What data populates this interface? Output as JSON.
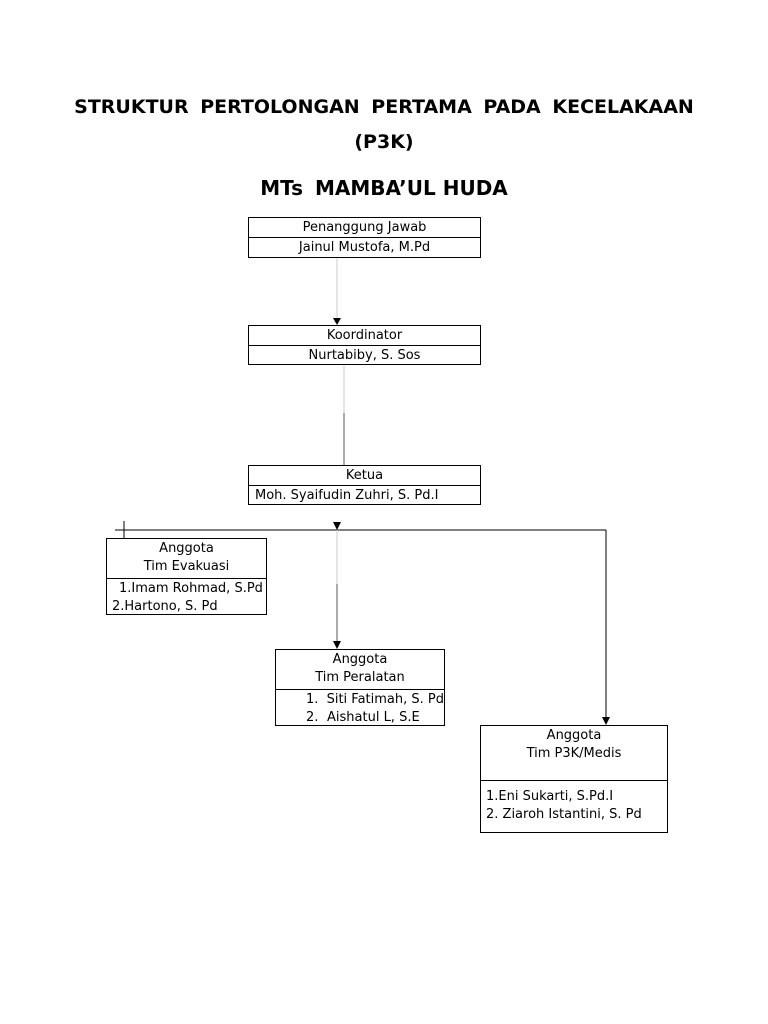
{
  "title": {
    "line1": "STRUKTUR PERTOLONGAN PERTAMA PADA KECELAKAAN",
    "line2": "(P3K)",
    "school_prefix": "MTs",
    "school_name": "MAMBA’UL HUDA"
  },
  "nodes": {
    "penanggung_jawab": {
      "role": "Penanggung  Jawab",
      "name": "Jainul Mustofa, M.Pd"
    },
    "koordinator": {
      "role": "Koordinator",
      "name": "Nurtabiby, S. Sos"
    },
    "ketua": {
      "role": "Ketua",
      "name": "Moh. Syaifudin Zuhri, S. Pd.I"
    },
    "tim_evakuasi": {
      "label": "Anggota",
      "team": "Tim Evakuasi",
      "members": [
        "1.Imam Rohmad, S.Pd",
        "2.Hartono, S. Pd"
      ]
    },
    "tim_peralatan": {
      "label": "Anggota",
      "team": "Tim Peralatan",
      "members": [
        {
          "num": "1.",
          "name": "Siti Fatimah, S. Pd"
        },
        {
          "num": "2.",
          "name": "Aishatul L, S.E"
        }
      ]
    },
    "tim_medis": {
      "label": "Anggota",
      "team": "Tim P3K/Medis",
      "members": [
        "1.Eni Sukarti, S.Pd.I",
        "2. Ziaroh Istantini, S. Pd"
      ]
    }
  }
}
